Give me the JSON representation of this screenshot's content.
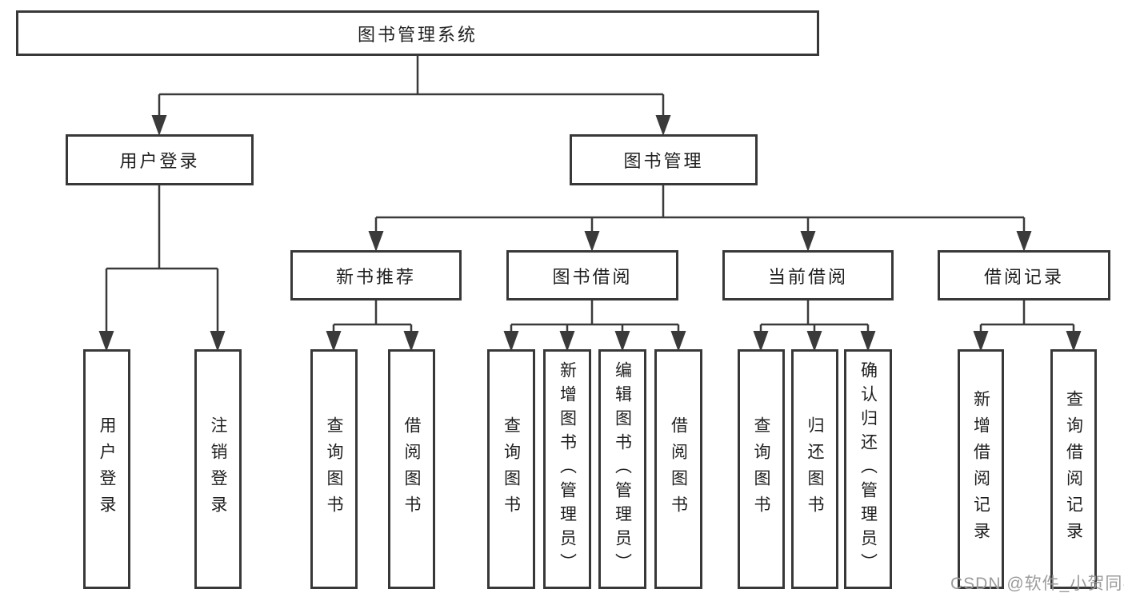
{
  "tree": {
    "root": "图书管理系统",
    "children": [
      {
        "label": "用户登录",
        "children": [
          {
            "label": "用户登录"
          },
          {
            "label": "注销登录"
          }
        ]
      },
      {
        "label": "图书管理",
        "children": [
          {
            "label": "新书推荐",
            "children": [
              {
                "label": "查询图书"
              },
              {
                "label": "借阅图书"
              }
            ]
          },
          {
            "label": "图书借阅",
            "children": [
              {
                "label": "查询图书"
              },
              {
                "label": "新增图书（管理员）"
              },
              {
                "label": "编辑图书（管理员）"
              },
              {
                "label": "借阅图书"
              }
            ]
          },
          {
            "label": "当前借阅",
            "children": [
              {
                "label": "查询图书"
              },
              {
                "label": "归还图书"
              },
              {
                "label": "确认归还（管理员）"
              }
            ]
          },
          {
            "label": "借阅记录",
            "children": [
              {
                "label": "新增借阅记录"
              },
              {
                "label": "查询借阅记录"
              }
            ]
          }
        ]
      }
    ]
  },
  "watermark": {
    "text": "CSDN @软件_小贺同学"
  },
  "colors": {
    "line": "#3a3a3a",
    "box_border": "#383838",
    "text": "#1f1f1f",
    "watermark": "#9b9b9b"
  }
}
